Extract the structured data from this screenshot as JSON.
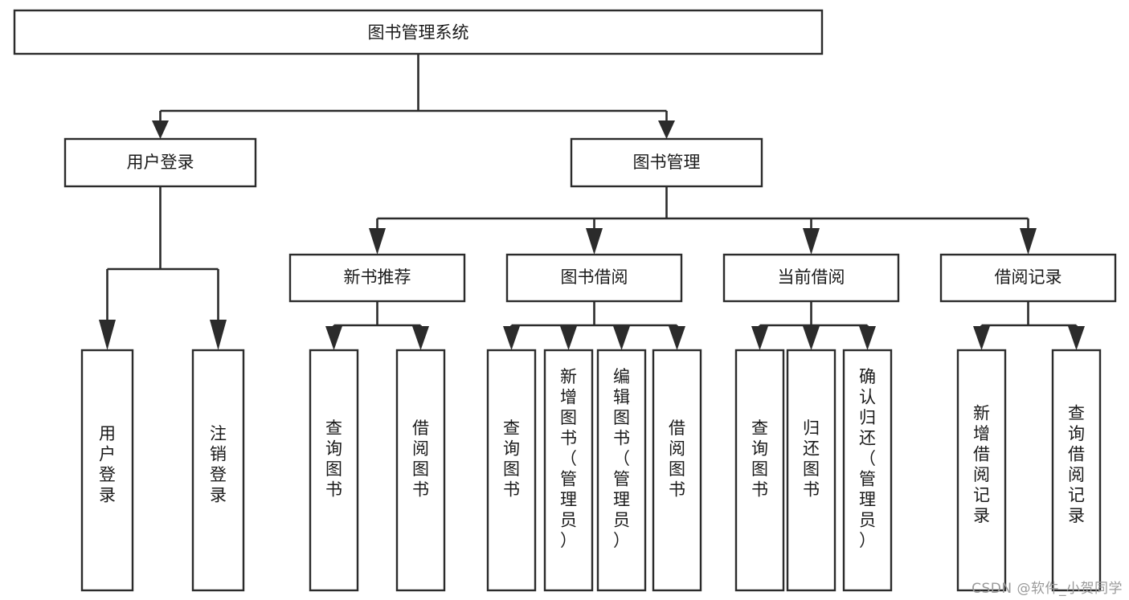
{
  "diagram": {
    "type": "tree",
    "title": "图书管理系统",
    "watermark": "CSDN @软件_小贺同学",
    "colors": {
      "box_stroke": "#2b2b2b",
      "box_fill": "#ffffff",
      "connector": "#2b2b2b",
      "text": "#1a1a1a",
      "background": "#ffffff",
      "watermark": "#9a9a9a"
    },
    "nodes": {
      "root": {
        "label": "图书管理系统"
      },
      "level1": [
        {
          "id": "user-login",
          "label": "用户登录"
        },
        {
          "id": "book-manage",
          "label": "图书管理"
        }
      ],
      "level2": [
        {
          "id": "new-book-recommend",
          "label": "新书推荐",
          "parent": "book-manage"
        },
        {
          "id": "book-borrow",
          "label": "图书借阅",
          "parent": "book-manage"
        },
        {
          "id": "current-borrow",
          "label": "当前借阅",
          "parent": "book-manage"
        },
        {
          "id": "borrow-record",
          "label": "借阅记录",
          "parent": "book-manage"
        }
      ],
      "leaves": {
        "user-login": [
          {
            "id": "leaf-user-login",
            "label": "用户登录"
          },
          {
            "id": "leaf-logout",
            "label": "注销登录"
          }
        ],
        "new-book-recommend": [
          {
            "id": "leaf-query-book-1",
            "label": "查询图书"
          },
          {
            "id": "leaf-borrow-book-1",
            "label": "借阅图书"
          }
        ],
        "book-borrow": [
          {
            "id": "leaf-query-book-2",
            "label": "查询图书"
          },
          {
            "id": "leaf-add-book",
            "label": "新增图书（管理员）"
          },
          {
            "id": "leaf-edit-book",
            "label": "编辑图书（管理员）"
          },
          {
            "id": "leaf-borrow-book-2",
            "label": "借阅图书"
          }
        ],
        "current-borrow": [
          {
            "id": "leaf-query-book-3",
            "label": "查询图书"
          },
          {
            "id": "leaf-return-book",
            "label": "归还图书"
          },
          {
            "id": "leaf-confirm-return",
            "label": "确认归还（管理员）"
          }
        ],
        "borrow-record": [
          {
            "id": "leaf-add-record",
            "label": "新增借阅记录"
          },
          {
            "id": "leaf-query-record",
            "label": "查询借阅记录"
          }
        ]
      }
    }
  }
}
